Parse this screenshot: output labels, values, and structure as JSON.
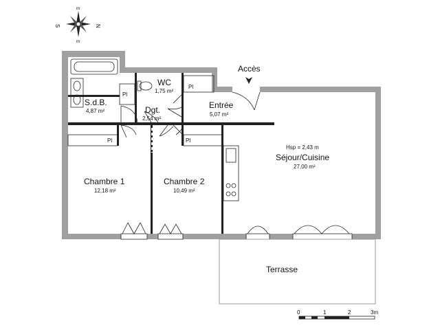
{
  "compass": {
    "north": "N",
    "south": "S",
    "west": "m",
    "east": "m"
  },
  "entrance": {
    "label": "Accès"
  },
  "rooms": [
    {
      "key": "sdb",
      "name": "S.d.B.",
      "area": "4,87 m²"
    },
    {
      "key": "wc",
      "name": "WC",
      "area": "1,75 m²"
    },
    {
      "key": "dgt",
      "name": "Dgt.",
      "area": "2,54 m²"
    },
    {
      "key": "entree",
      "name": "Entrée",
      "area": "5,07 m²"
    },
    {
      "key": "sejour",
      "name": "Séjour/Cuisine",
      "area": "27,00 m²",
      "note": "Hsp = 2,43 m"
    },
    {
      "key": "ch1",
      "name": "Chambre 1",
      "area": "12,18 m²"
    },
    {
      "key": "ch2",
      "name": "Chambre 2",
      "area": "10,49 m²"
    },
    {
      "key": "terrasse",
      "name": "Terrasse"
    }
  ],
  "closet_label": "Pl",
  "scale": {
    "ticks": [
      "0",
      "1",
      "2",
      "3m"
    ]
  },
  "colors": {
    "wall": "#a0a0a0",
    "line": "#222222",
    "background": "#ffffff"
  }
}
